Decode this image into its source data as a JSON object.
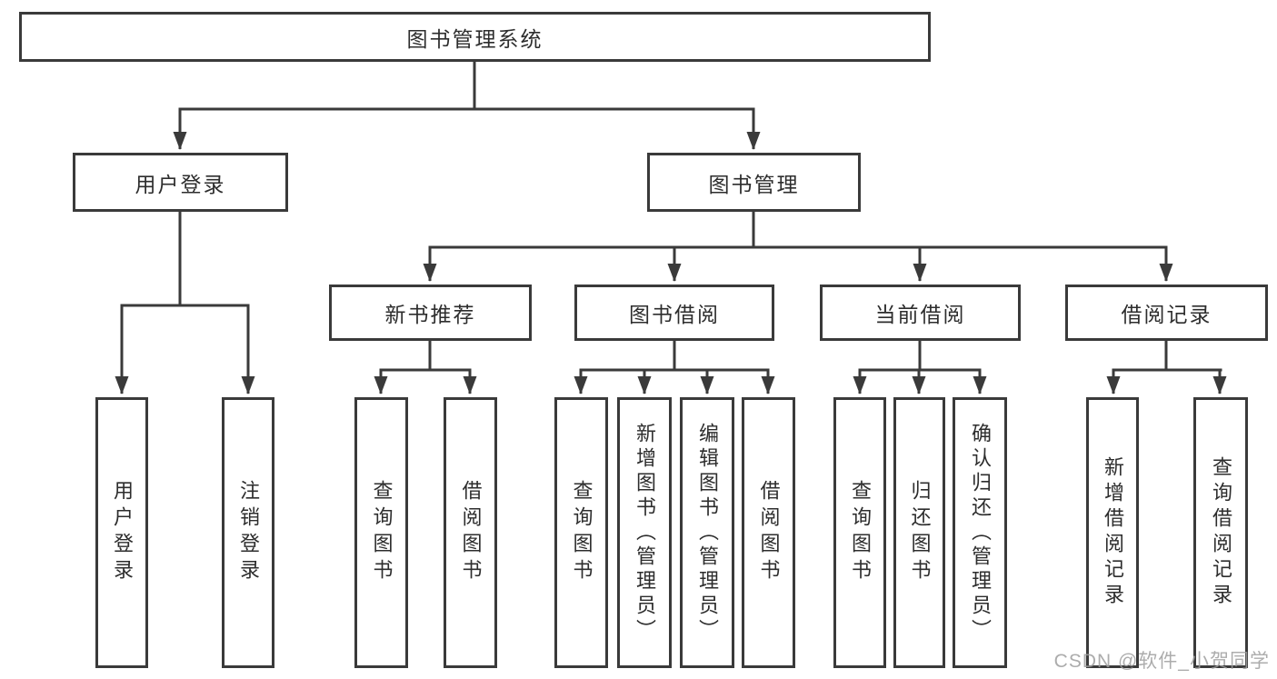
{
  "diagram": {
    "root": "图书管理系统",
    "user": {
      "label": "用户登录",
      "children": [
        "用户登录",
        "注销登录"
      ]
    },
    "book": {
      "label": "图书管理"
    },
    "modules": [
      {
        "label": "新书推荐",
        "children": [
          "查询图书",
          "借阅图书"
        ]
      },
      {
        "label": "图书借阅",
        "children": [
          "查询图书",
          "新增图书（管理员）",
          "编辑图书（管理员）",
          "借阅图书"
        ]
      },
      {
        "label": "当前借阅",
        "children": [
          "查询图书",
          "归还图书",
          "确认归还（管理员）"
        ]
      },
      {
        "label": "借阅记录",
        "children": [
          "新增借阅记录",
          "查询借阅记录"
        ]
      }
    ]
  },
  "watermark": {
    "text": "CSDN @软件_小贺同学"
  },
  "colors": {
    "line": "#3a3a3a",
    "box_border": "#3a3a3a",
    "text": "#2d2d2d",
    "watermark": "#9e9e9e",
    "background": "#ffffff"
  }
}
